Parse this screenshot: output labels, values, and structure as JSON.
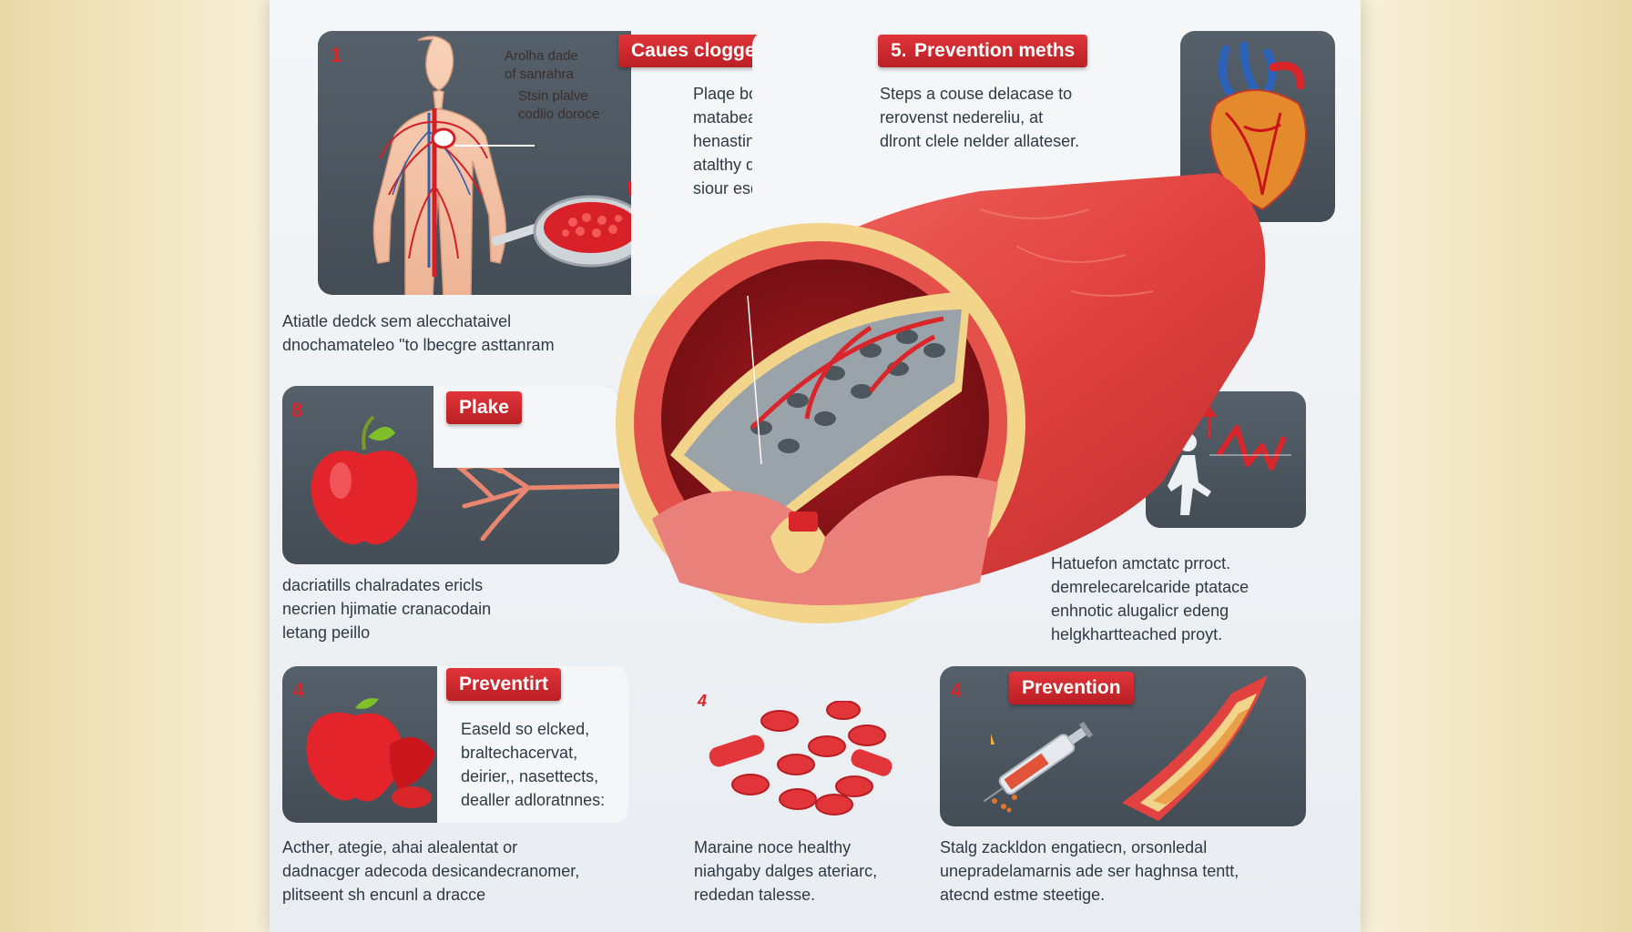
{
  "panels": {
    "causes": {
      "number": "1",
      "tag": "Caues clogged artery",
      "figure_labels": [
        "Arolha dade",
        "of sanrahra",
        "Stsin plalve",
        "codlio doroce"
      ],
      "side_text": [
        "Plaqe bctacte",
        "matabeasted",
        "henasting and",
        "atalthy delt,",
        "siour esdeneiat,"
      ],
      "caption": [
        "Atiatle dedck sem alecchataivel",
        "dnochamateleo \"to lbecgre asttanram"
      ]
    },
    "prevention_top": {
      "number": "5.",
      "tag": "Prevention meths",
      "text": [
        "Steps a couse delacase to",
        "rerovenst nedereliu, at",
        "dlront clele nelder allateser."
      ]
    },
    "plaque": {
      "number": "8",
      "tag": "Plake",
      "caption": [
        "dacriatills chalradates ericls",
        "necrien hjimatie cranacodain",
        "letang peillo"
      ]
    },
    "exercise": {
      "caption": [
        "Hatuefon amctatc prroct.",
        "demrelecarelcaride ptatace",
        "enhnotic alugalicr edeng",
        "helgkhartteached proyt."
      ]
    },
    "prevention_left": {
      "number": "4",
      "tag": "Preventirt",
      "side_text": [
        "Easeld so elcked,",
        "braltechacervat,",
        "deirier,, nasettects,",
        "dealler adloratnnes:"
      ],
      "caption": [
        "Acther, ategie, ahai alealentat or",
        "dadnacger adecoda desicandecranomer,",
        "plitseent sh encunl a dracce"
      ]
    },
    "cells": {
      "number": "4",
      "caption": [
        "Maraine noce healthy",
        "niahgaby dalges ateriarc,",
        "rededan talesse."
      ]
    },
    "prevention_right": {
      "number": "4",
      "tag": "Prevention",
      "caption": [
        "Stalg zackldon engatiecn, orsonledal",
        "unepradelamarnis ade ser haghnsa tentt,",
        "atecnd estme steetige."
      ]
    }
  },
  "colors": {
    "accent_red": "#d8262b",
    "artery_red": "#e2423f",
    "card_gray": "#4c5660",
    "plaque_yellow": "#f2d48a"
  },
  "icons": [
    "body-anatomy-icon",
    "heart-icon",
    "apple-icon",
    "walking-person-icon",
    "syringe-icon",
    "blood-cell-icon",
    "artery-cross-section-icon"
  ]
}
